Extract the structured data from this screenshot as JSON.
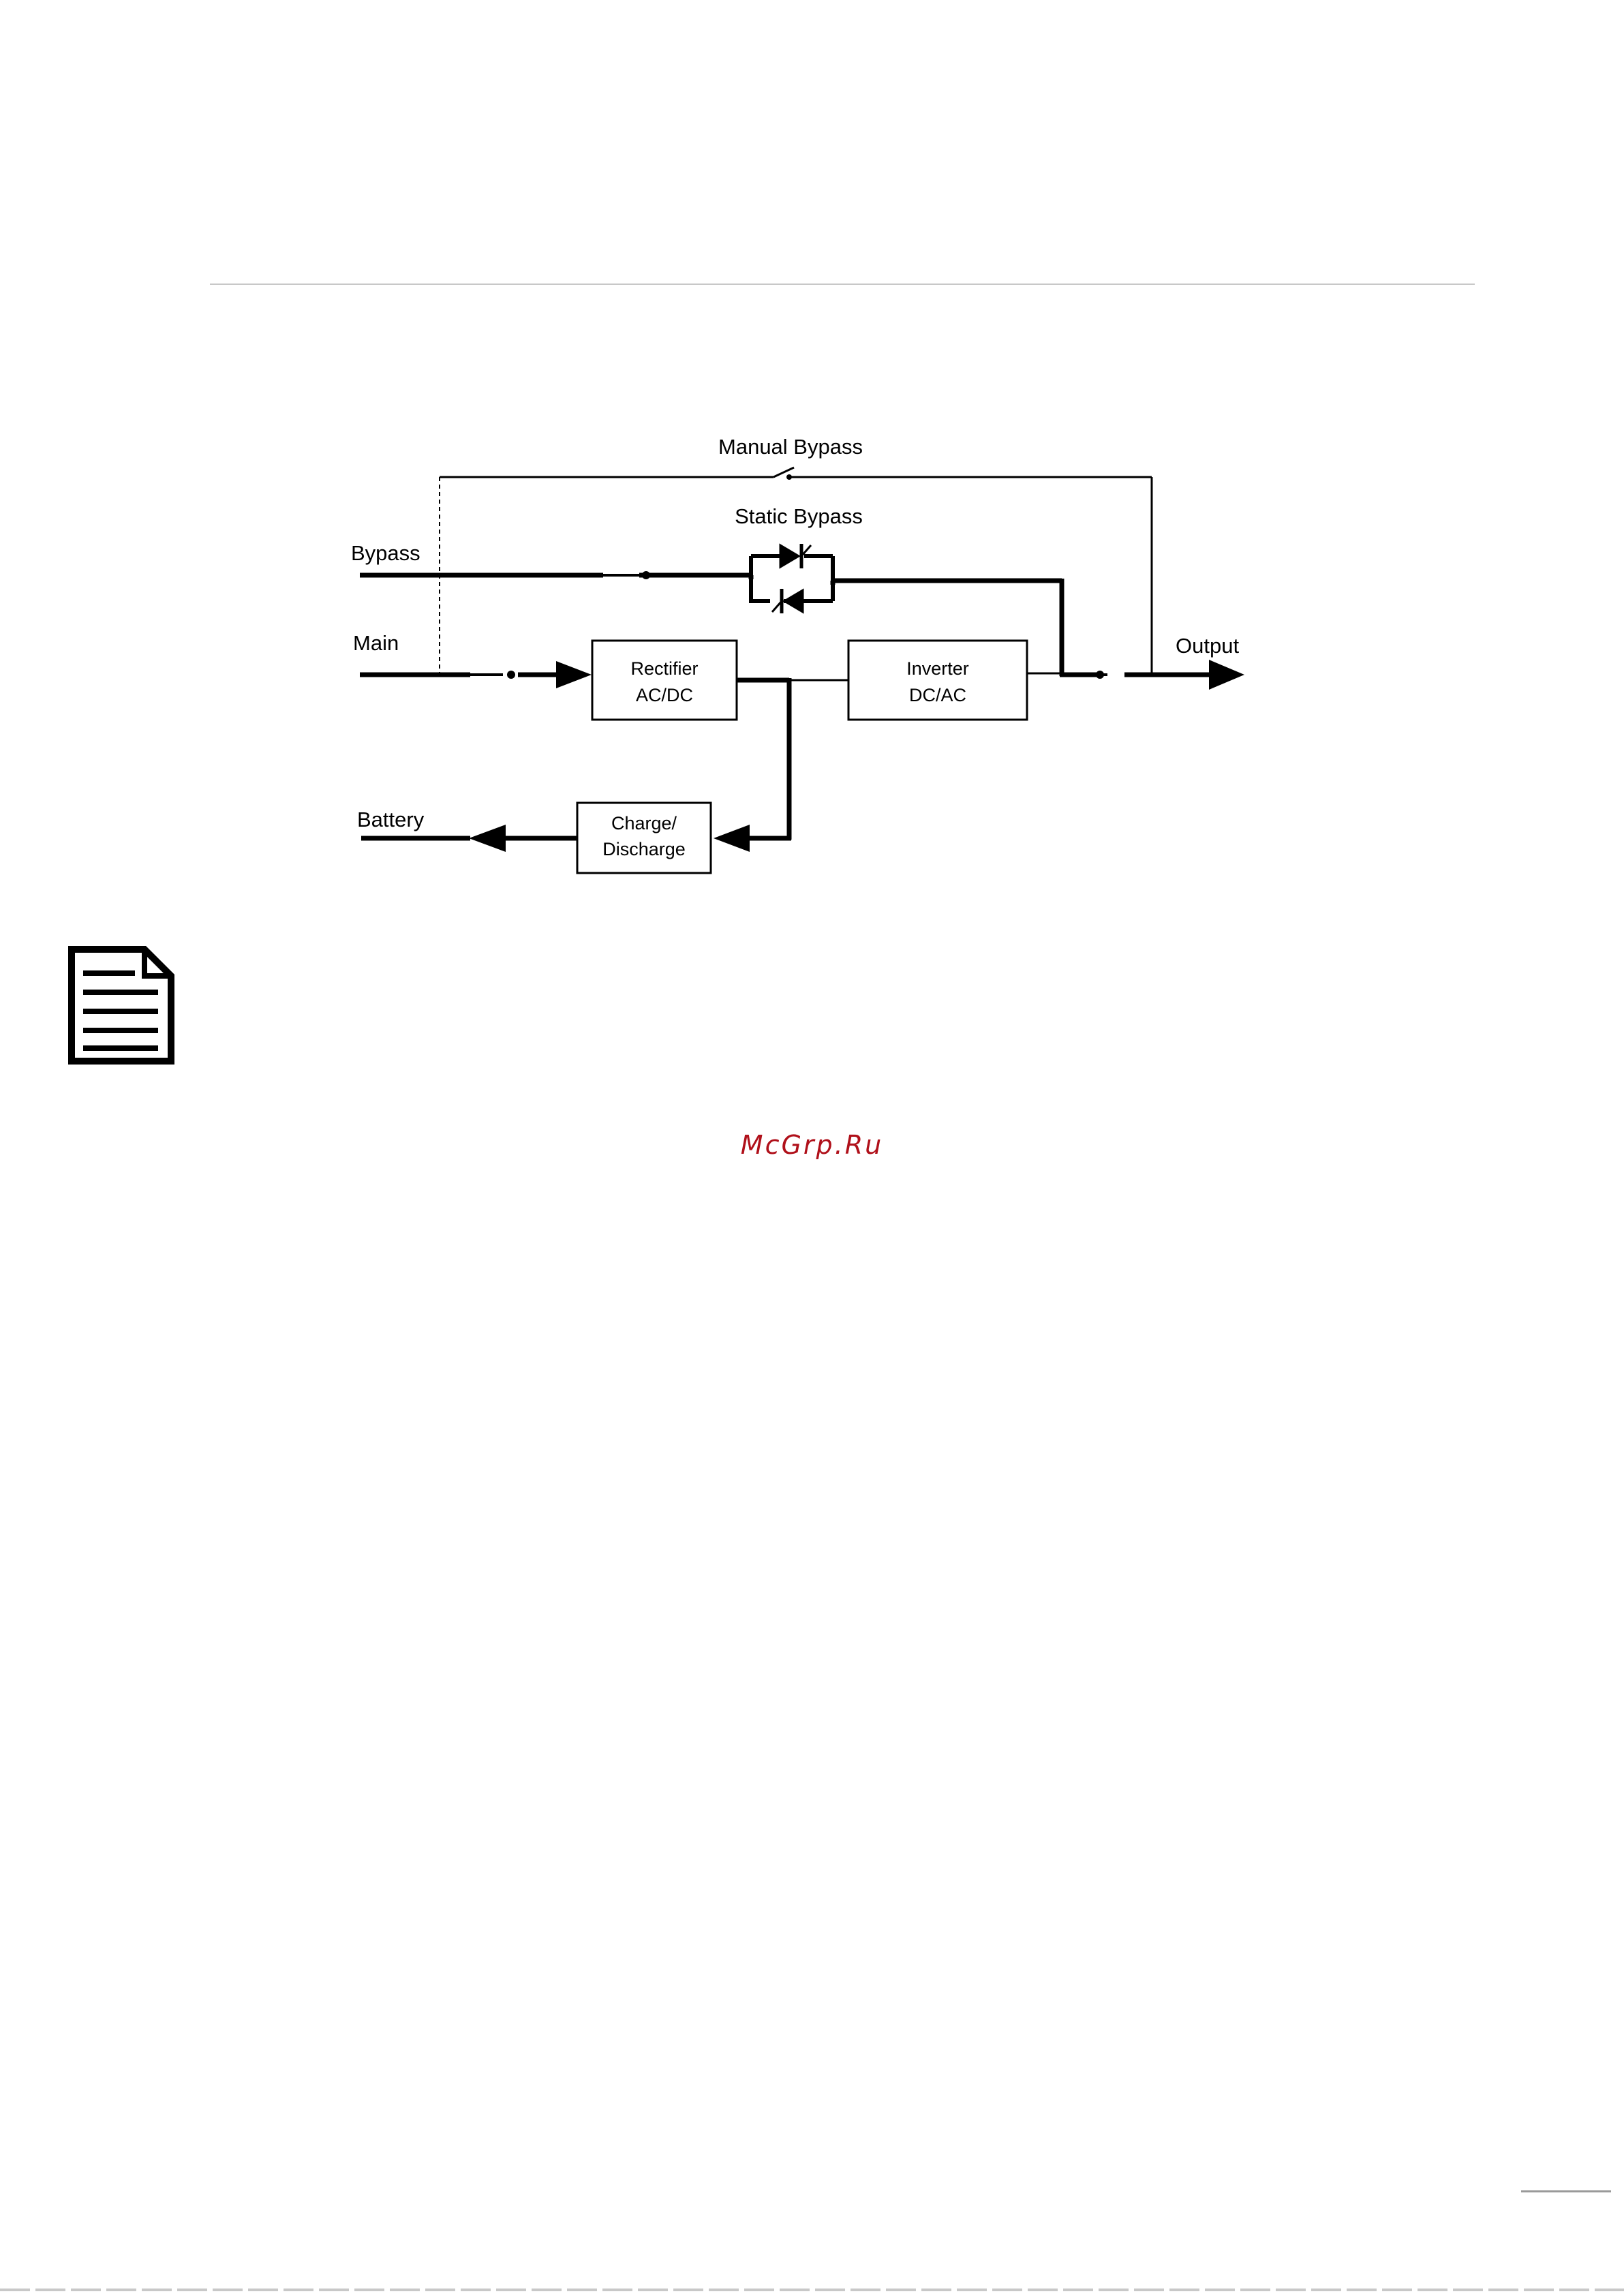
{
  "diagram": {
    "labels": {
      "manual_bypass": "Manual Bypass",
      "static_bypass": "Static Bypass",
      "bypass": "Bypass",
      "main": "Main",
      "output": "Output",
      "battery": "Battery"
    },
    "blocks": {
      "rectifier": [
        "Rectifier",
        "AC/DC"
      ],
      "inverter": [
        "Inverter",
        "DC/AC"
      ],
      "charger": [
        "Charge/",
        "Discharge"
      ]
    }
  },
  "watermark": "McGrp.Ru",
  "colors": {
    "watermark": "#b0101a",
    "line": "#000000",
    "rule": "#c8c8c8"
  },
  "icons": {
    "note": "note-document-icon"
  }
}
